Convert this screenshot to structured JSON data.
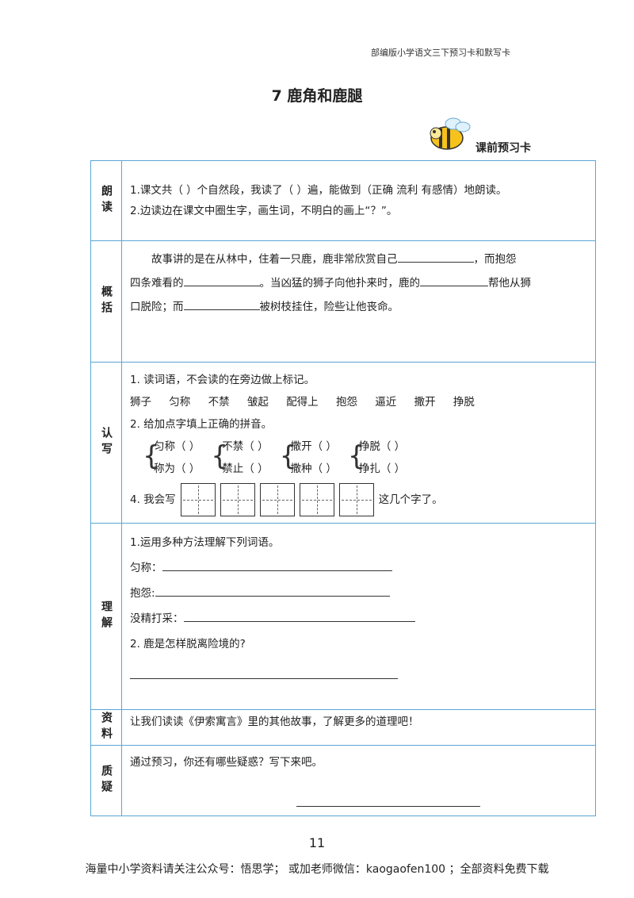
{
  "header_note": "部编版小学语文三下预习卡和默写卡",
  "title": "7 鹿角和鹿腿",
  "badge_text": "课前预习卡",
  "sections": {
    "read": {
      "label": "朗读",
      "line1": "1.课文共（    ）个自然段，我读了（    ）遍，能做到（正确  流利  有感情）地朗读。",
      "line2": "2.边读边在课文中圈生字，画生词，不明白的画上“？”。"
    },
    "summary": {
      "label": "概括",
      "text1": "故事讲的是在从林中，住着一只鹿，鹿非常欣赏自己",
      "text2": "，而抱怨",
      "text3": "四条难看的",
      "text4": "。当凶猛的狮子向他扑来时，鹿的",
      "text5": "帮他从狮",
      "text6": "口脱险；而",
      "text7": "被树枝挂住，险些让他丧命。"
    },
    "write": {
      "label": "认写",
      "q1": "1. 读词语，不会读的在旁边做上标记。",
      "words": [
        "狮子",
        "匀称",
        "不禁",
        "皱起",
        "配得上",
        "抱怨",
        "逼近",
        "撒开",
        "挣脱"
      ],
      "q2": "2. 给加点字填上正确的拼音。",
      "pinyin_groups": [
        [
          "匀称（    ）",
          "称为（    ）"
        ],
        [
          "不禁（    ）",
          "禁止（    ）"
        ],
        [
          "撒开（    ）",
          "撒种（    ）"
        ],
        [
          "挣脱（    ）",
          "挣扎（    ）"
        ]
      ],
      "q4_prefix": "4. 我会写",
      "q4_suffix": "这几个字了。"
    },
    "understand": {
      "label": "理解",
      "q1": "1.运用多种方法理解下列词语。",
      "term1": "匀称：",
      "term2": "抱怨:",
      "term3": "没精打采：",
      "q2": "2. 鹿是怎样脱离险境的?"
    },
    "material": {
      "label": "资料",
      "text": "让我们读读《伊索寓言》里的其他故事，了解更多的道理吧！"
    },
    "question": {
      "label": "质疑",
      "text": "通过预习，你还有哪些疑惑？写下来吧。"
    }
  },
  "page_number": "11",
  "footer": "海量中小学资料请关注公众号：悟思学；  或加老师微信：kaogaofen100 ；全部资料免费下载"
}
